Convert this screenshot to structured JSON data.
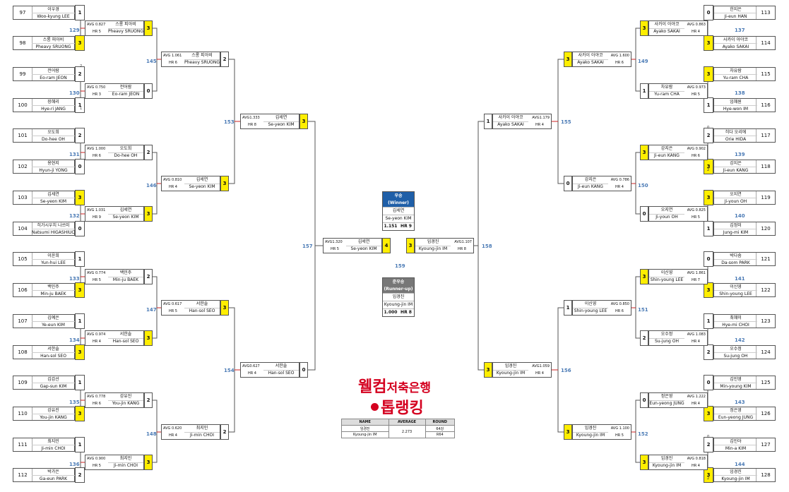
{
  "players": {
    "97": {
      "kr": "이우경",
      "en": "Woo-kyung LEE"
    },
    "98": {
      "kr": "스롱 피아비",
      "en": "Pheavy SRUONG"
    },
    "99": {
      "kr": "전어람",
      "en": "Eo-ram JEON"
    },
    "100": {
      "kr": "장혜리",
      "en": "Hye-ri JANG"
    },
    "101": {
      "kr": "오도희",
      "en": "Do-hee OH"
    },
    "102": {
      "kr": "용현지",
      "en": "Hyun-ji YONG"
    },
    "103": {
      "kr": "김세연",
      "en": "Se-yeon KIM"
    },
    "104": {
      "kr": "히가시우치 나쓰미",
      "en": "Natsumi HIGASHIUCHI"
    },
    "105": {
      "kr": "이윤희",
      "en": "Yun-hui LEE"
    },
    "106": {
      "kr": "백민주",
      "en": "Min-ju BAEK"
    },
    "107": {
      "kr": "김예은",
      "en": "Ye-eun KIM"
    },
    "108": {
      "kr": "서한솔",
      "en": "Han-sol SEO"
    },
    "109": {
      "kr": "김갑선",
      "en": "Gap-sun KIM"
    },
    "110": {
      "kr": "강유진",
      "en": "You-jin KANG"
    },
    "111": {
      "kr": "최지민",
      "en": "Ji-min CHOI"
    },
    "112": {
      "kr": "박가은",
      "en": "Ga-eun PARK"
    },
    "113": {
      "kr": "한지은",
      "en": "Ji-eun HAN"
    },
    "114": {
      "kr": "사카이 아야코",
      "en": "Ayako SAKAI"
    },
    "115": {
      "kr": "차유람",
      "en": "Yu-ram CHA"
    },
    "116": {
      "kr": "임혜원",
      "en": "Hye-won IM"
    },
    "117": {
      "kr": "히다 오리에",
      "en": "Orie HIDA"
    },
    "118": {
      "kr": "강지은",
      "en": "Ji-eun KANG"
    },
    "119": {
      "kr": "오지연",
      "en": "Ji-youn OH"
    },
    "120": {
      "kr": "김정미",
      "en": "Jung-mi KIM"
    },
    "121": {
      "kr": "박다솜",
      "en": "Da-som PARK"
    },
    "122": {
      "kr": "이신영",
      "en": "Shin-young LEE"
    },
    "123": {
      "kr": "최혜미",
      "en": "Hye-mi CHOI"
    },
    "124": {
      "kr": "오수정",
      "en": "Su-jung OH"
    },
    "125": {
      "kr": "김민영",
      "en": "Min-young KIM"
    },
    "126": {
      "kr": "정은영",
      "en": "Eun-yeong JUNG"
    },
    "127": {
      "kr": "김민아",
      "en": "Min-a KIM"
    },
    "128": {
      "kr": "임경진",
      "en": "Kyoung-jin IM"
    }
  },
  "r1_scores": [
    "1",
    "3",
    "2",
    "1",
    "2",
    "0",
    "3",
    "0",
    "1",
    "3",
    "1",
    "3",
    "1",
    "3",
    "1",
    "2",
    "0",
    "3",
    "3",
    "1",
    "2",
    "3",
    "3",
    "1",
    "0",
    "3",
    "1",
    "2",
    "0",
    "3",
    "2",
    "3"
  ],
  "r1_ext": {
    "99": "2",
    "100": "1",
    "117": "0",
    "118": "2",
    "127": "0",
    "128": "2"
  },
  "r2": [
    {
      "no": "129",
      "avg": "AVG 0.827",
      "hr": "HR 5",
      "kr": "스롱 피아비",
      "en": "Pheavy SRUONG",
      "score": "3"
    },
    {
      "no": "130",
      "avg": "AVG 0.750",
      "hr": "HR 3",
      "kr": "전어람",
      "en": "Eo-ram JEON",
      "score": "0"
    },
    {
      "no": "131",
      "avg": "AVG 1.000",
      "hr": "HR 6",
      "kr": "오도희",
      "en": "Do-hee OH",
      "score": "2"
    },
    {
      "no": "132",
      "avg": "AVG 1.031",
      "hr": "HR 9",
      "kr": "김세연",
      "en": "Se-yeon KIM",
      "score": "3"
    },
    {
      "no": "133",
      "avg": "AVG 0.774",
      "hr": "HR 5",
      "kr": "백민주",
      "en": "Min-ju BAEK",
      "score": "2"
    },
    {
      "no": "134",
      "avg": "AVG 0.974",
      "hr": "HR 4",
      "kr": "서한솔",
      "en": "Han-sol SEO",
      "score": "3"
    },
    {
      "no": "135",
      "avg": "AVG 0.778",
      "hr": "HR 6",
      "kr": "강유진",
      "en": "You-jin KANG",
      "score": "2"
    },
    {
      "no": "136",
      "avg": "AVG 0.900",
      "hr": "HR 5",
      "kr": "최지민",
      "en": "Ji-min CHOI",
      "score": "3"
    },
    {
      "no": "137",
      "avg": "AVG 0.863",
      "hr": "HR 4",
      "kr": "사카이 아야코",
      "en": "Ayako SAKAI",
      "score": "3"
    },
    {
      "no": "138",
      "avg": "AVG 0.973",
      "hr": "HR 5",
      "kr": "차유람",
      "en": "Yu-ram CHA",
      "score": "1"
    },
    {
      "no": "139",
      "avg": "AVG 0.902",
      "hr": "HR 6",
      "kr": "강지은",
      "en": "Ji-eun KANG",
      "score": "3"
    },
    {
      "no": "140",
      "avg": "AVG 0.825",
      "hr": "HR 5",
      "kr": "오지연",
      "en": "Ji-youn OH",
      "score": "0"
    },
    {
      "no": "141",
      "avg": "AVG 1.861",
      "hr": "HR 7",
      "kr": "이신영",
      "en": "Shin-young LEE",
      "score": "3"
    },
    {
      "no": "142",
      "avg": "AVG 1.083",
      "hr": "HR 4",
      "kr": "오수정",
      "en": "Su-jung OH",
      "score": "2"
    },
    {
      "no": "143",
      "avg": "AVG 1.222",
      "hr": "HR 4",
      "kr": "정은영",
      "en": "Eun-yeong JUNG",
      "score": "0"
    },
    {
      "no": "144",
      "avg": "AVG 0.818",
      "hr": "HR 4",
      "kr": "임경진",
      "en": "Kyoung-jin IM",
      "score": "3"
    }
  ],
  "r3": [
    {
      "no": "145",
      "avg": "AVG 1.061",
      "hr": "HR 6",
      "kr": "스롱 피아비",
      "en": "Pheavy SRUONG",
      "score": "2"
    },
    {
      "no": "146",
      "avg": "AVG 0.810",
      "hr": "HR 4",
      "kr": "김세연",
      "en": "Se-yeon KIM",
      "score": "3"
    },
    {
      "no": "147",
      "avg": "AVG 0.617",
      "hr": "HR 5",
      "kr": "서한솔",
      "en": "Han-sol SEO",
      "score": "3"
    },
    {
      "no": "148",
      "avg": "AVG 0.620",
      "hr": "HR 4",
      "kr": "최지민",
      "en": "Ji-min CHOI",
      "score": "2"
    },
    {
      "no": "149",
      "avg": "AVG 1.600",
      "hr": "HR 6",
      "kr": "사카이 아야코",
      "en": "Ayako SAKAI",
      "score": "3"
    },
    {
      "no": "150",
      "avg": "AVG 0.786",
      "hr": "HR 4",
      "kr": "강지은",
      "en": "Ji-eun KANG",
      "score": "0"
    },
    {
      "no": "151",
      "avg": "AVG 0.850",
      "hr": "HR 6",
      "kr": "이신영",
      "en": "Shin-young LEE",
      "score": "1"
    },
    {
      "no": "152",
      "avg": "AVG 1.100",
      "hr": "HR 5",
      "kr": "임경진",
      "en": "Kyoung-jin IM",
      "score": "3"
    }
  ],
  "r4": [
    {
      "no": "153",
      "avg": "AVG1.333",
      "hr": "HR 8",
      "kr": "김세연",
      "en": "Se-yeon KIM",
      "score": "3"
    },
    {
      "no": "154",
      "avg": "AVG0.627",
      "hr": "HR 4",
      "kr": "서한솔",
      "en": "Han-sol SEO",
      "score": "0"
    },
    {
      "no": "155",
      "avg": "AVG1.179",
      "hr": "HR 4",
      "kr": "사카이 아야코",
      "en": "Ayako SAKAI",
      "score": "1"
    },
    {
      "no": "156",
      "avg": "AVG1.059",
      "hr": "HR 4",
      "kr": "임경진",
      "en": "Kyoung-jin IM",
      "score": "3"
    }
  ],
  "final": [
    {
      "no": "157",
      "avg": "AVG1.320",
      "hr": "HR 5",
      "kr": "김세연",
      "en": "Se-yeon KIM",
      "score": "4"
    },
    {
      "no": "158",
      "avg": "AVG1.107",
      "hr": "HR 8",
      "kr": "임경진",
      "en": "Kyoung-jin IM",
      "score": "3"
    }
  ],
  "final_no": "159",
  "winner": {
    "title": "우승",
    "sub": "(Winner)",
    "kr": "김세연",
    "en": "Se-yeon KIM",
    "avg": "1.151",
    "hr": "HR 9"
  },
  "runnerup": {
    "title": "준우승",
    "sub": "(Runner-up)",
    "kr": "임경진",
    "en": "Kyoung-jin IM",
    "avg": "1.000",
    "hr": "HR 8"
  },
  "logo": {
    "line1a": "웰컴",
    "line1b": "저축은행",
    "line2": "톱랭킹"
  },
  "record": {
    "headers": [
      "NAME",
      "AVERAGE",
      "ROUND"
    ],
    "kr": "임경진",
    "en": "Kyoung-jin IM",
    "avg": "2.273",
    "round_kr": "64강",
    "round_en": "R64"
  },
  "colors": {
    "winner": "#ffee00",
    "winner_header": "#1f5fa8",
    "runnerup_header": "#777777",
    "logo": "#d4001f",
    "match_no": "#4a7ab5"
  }
}
